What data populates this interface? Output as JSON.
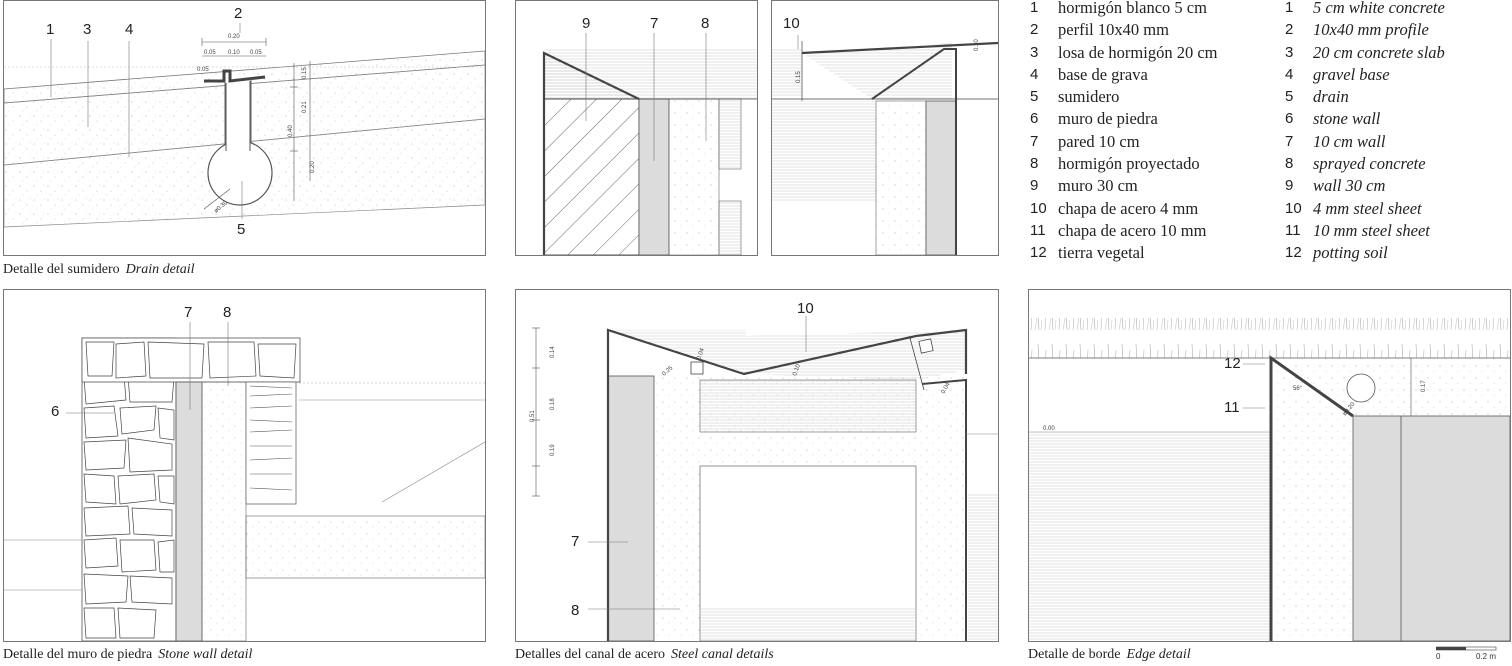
{
  "captions": {
    "drain": {
      "es": "Detalle del sumidero",
      "en": "Drain detail"
    },
    "stone": {
      "es": "Detalle del muro de piedra",
      "en": "Stone wall detail"
    },
    "canal": {
      "es": "Detalles del canal de acero",
      "en": "Steel canal details"
    },
    "edge": {
      "es": "Detalle de borde",
      "en": "Edge detail"
    }
  },
  "legend": {
    "es": [
      {
        "n": "1",
        "t": "hormigón blanco 5 cm"
      },
      {
        "n": "2",
        "t": "perfil 10x40 mm"
      },
      {
        "n": "3",
        "t": "losa de hormigón 20 cm"
      },
      {
        "n": "4",
        "t": "base de grava"
      },
      {
        "n": "5",
        "t": "sumidero"
      },
      {
        "n": "6",
        "t": "muro de piedra"
      },
      {
        "n": "7",
        "t": "pared 10 cm"
      },
      {
        "n": "8",
        "t": "hormigón proyectado"
      },
      {
        "n": "9",
        "t": "muro 30 cm"
      },
      {
        "n": "10",
        "t": "chapa de acero 4 mm"
      },
      {
        "n": "11",
        "t": "chapa de acero 10 mm"
      },
      {
        "n": "12",
        "t": "tierra vegetal"
      }
    ],
    "en": [
      {
        "n": "1",
        "t": "5 cm white concrete"
      },
      {
        "n": "2",
        "t": "10x40 mm profile"
      },
      {
        "n": "3",
        "t": "20 cm concrete slab"
      },
      {
        "n": "4",
        "t": "gravel base"
      },
      {
        "n": "5",
        "t": "drain"
      },
      {
        "n": "6",
        "t": "stone wall"
      },
      {
        "n": "7",
        "t": "10 cm wall"
      },
      {
        "n": "8",
        "t": "sprayed concrete"
      },
      {
        "n": "9",
        "t": "wall 30 cm"
      },
      {
        "n": "10",
        "t": "4 mm steel sheet"
      },
      {
        "n": "11",
        "t": "10 mm steel sheet"
      },
      {
        "n": "12",
        "t": "potting soil"
      }
    ]
  },
  "callouts": {
    "drain": [
      "1",
      "3",
      "4",
      "2",
      "5"
    ],
    "wall_a": [
      "9",
      "7",
      "8"
    ],
    "wall_b": [
      "10"
    ],
    "stone": [
      "7",
      "8",
      "6"
    ],
    "canal": [
      "10",
      "7",
      "8"
    ],
    "edge": [
      "12",
      "11"
    ]
  },
  "dimensions": {
    "drain": [
      "0.20",
      "0.05",
      "0.10",
      "0.05",
      "0.05",
      "0.15",
      "0.21",
      "0.40",
      "0.20",
      "ø0.30"
    ],
    "wall_b": [
      "0.10",
      "0.15"
    ],
    "canal": [
      "0.14",
      "0.18",
      "0.51",
      "0.19",
      "0.04",
      "0.04",
      "0.25",
      "0.10"
    ],
    "edge": [
      "0.00",
      "0.17",
      "56°",
      "ø0.20"
    ]
  },
  "scalebar": {
    "labels": [
      "0",
      "0.2 m"
    ]
  }
}
